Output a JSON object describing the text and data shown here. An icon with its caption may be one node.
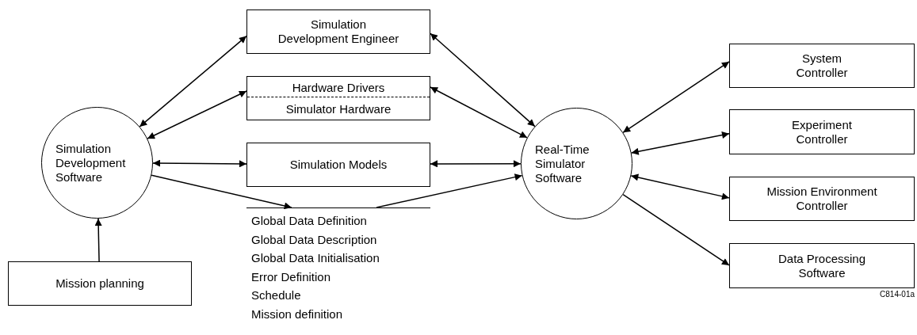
{
  "diagram": {
    "nodes": [
      {
        "text": [
          "Simulation Development Engineer"
        ]
      },
      {
        "text": [
          "Hardware Drivers",
          "Simulator Hardware"
        ]
      },
      {
        "text": [
          "System Controller"
        ]
      },
      {
        "text": [
          "Simulation Development Software"
        ]
      },
      {
        "text": [
          "Simulation Models"
        ]
      },
      {
        "text": [
          "Real-Time Simulator Software"
        ]
      },
      {
        "text": [
          "Experiment Controller"
        ]
      },
      {
        "text": [
          "Mission Environment Controller"
        ]
      },
      {
        "text": [
          "Global Data Definition",
          "Global Data Description",
          "Global Data Initialisation",
          "Error Definition",
          "Schedule",
          "Mission definition"
        ]
      },
      {
        "text": [
          "Data Processing Software"
        ]
      },
      {
        "text": [
          "Mission planning"
        ]
      }
    ],
    "edges": [
      {
        "from": 3,
        "to": 0,
        "arrow": "both"
      },
      {
        "from": 3,
        "to": 1,
        "arrow": "both"
      },
      {
        "from": 3,
        "to": 4,
        "arrow": "both"
      },
      {
        "from": 3,
        "to": 8,
        "arrow": "to"
      },
      {
        "from": 10,
        "to": 3,
        "arrow": "to"
      },
      {
        "from": 0,
        "to": 5,
        "arrow": "both"
      },
      {
        "from": 1,
        "to": 5,
        "arrow": "both"
      },
      {
        "from": 4,
        "to": 5,
        "arrow": "both"
      },
      {
        "from": 8,
        "to": 5,
        "arrow": "to"
      },
      {
        "from": 5,
        "to": 2,
        "arrow": "both"
      },
      {
        "from": 5,
        "to": 6,
        "arrow": "both"
      },
      {
        "from": 5,
        "to": 7,
        "arrow": "both"
      },
      {
        "from": 5,
        "to": 9,
        "arrow": "to"
      }
    ],
    "labels": [
      "C814-01a"
    ]
  }
}
